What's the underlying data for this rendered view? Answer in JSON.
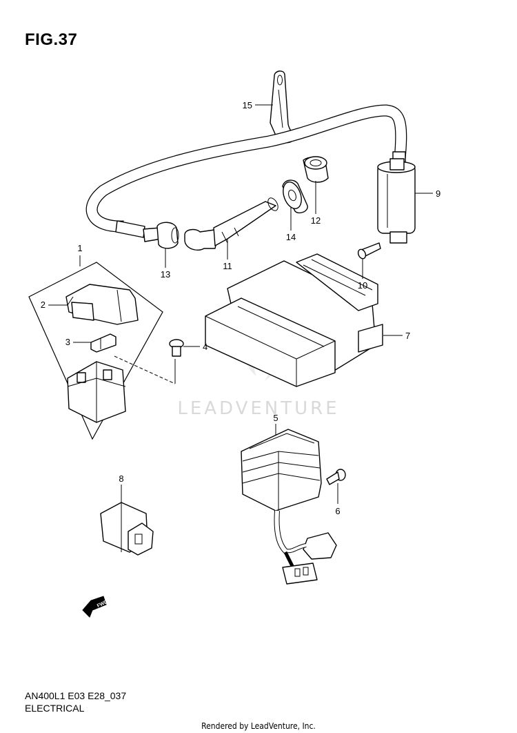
{
  "figure": {
    "title": "FIG.37"
  },
  "watermark": {
    "brand": "LEADVENTURE"
  },
  "direction_marker": {
    "label": "FWD"
  },
  "callouts": [
    "1",
    "2",
    "3",
    "4",
    "5",
    "6",
    "7",
    "8",
    "9",
    "10",
    "11",
    "12",
    "13",
    "14",
    "15"
  ],
  "footer": {
    "model_code": "AN400L1 E03 E28_037",
    "section": "ELECTRICAL",
    "rendered_by": "Rendered by LeadVenture, Inc."
  }
}
